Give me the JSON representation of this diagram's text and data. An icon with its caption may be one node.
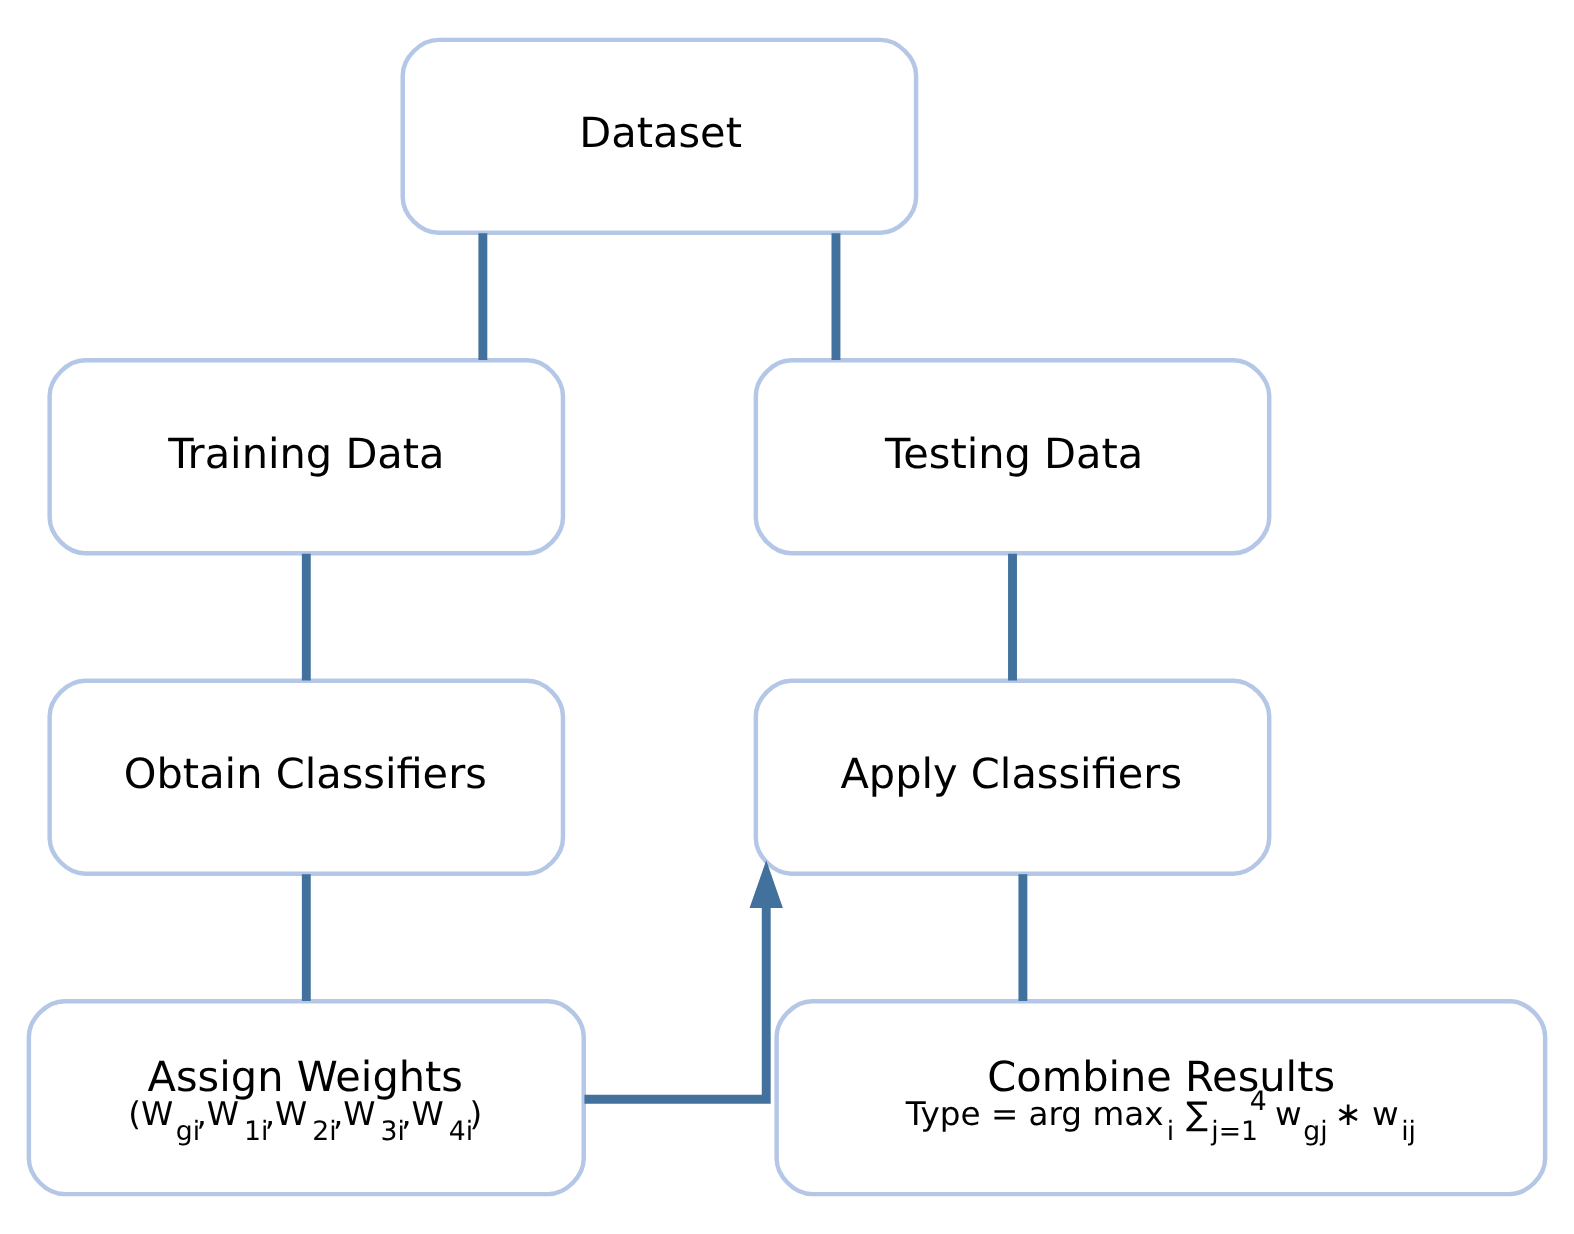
{
  "diagram": {
    "nodes": [
      {
        "text": [
          "Dataset"
        ]
      },
      {
        "text": [
          "Training Data"
        ]
      },
      {
        "text": [
          "Testing Data"
        ]
      },
      {
        "text": [
          "Obtain Classifiers"
        ]
      },
      {
        "text": [
          "Apply Classifiers"
        ]
      },
      {
        "text": [
          "Assign Weights",
          "(W$_{gi}$,W$_{1i}$,W$_{2i}$,W$_{3i}$,W$_{4i}$)"
        ]
      },
      {
        "text": [
          "Combine Results",
          "Type = arg max$_{i}$ ∑$_{j=1}$$^{4}$ w$_{gj}$ ∗ w$_{ij}$"
        ]
      }
    ],
    "edges": [
      {
        "from": 0,
        "to": 1,
        "arrow": "none"
      },
      {
        "from": 0,
        "to": 2,
        "arrow": "none"
      },
      {
        "from": 1,
        "to": 3,
        "arrow": "none"
      },
      {
        "from": 3,
        "to": 5,
        "arrow": "none"
      },
      {
        "from": 2,
        "to": 4,
        "arrow": "none"
      },
      {
        "from": 5,
        "to": 4,
        "arrow": "to"
      },
      {
        "from": 4,
        "to": 6,
        "arrow": "none"
      }
    ]
  }
}
